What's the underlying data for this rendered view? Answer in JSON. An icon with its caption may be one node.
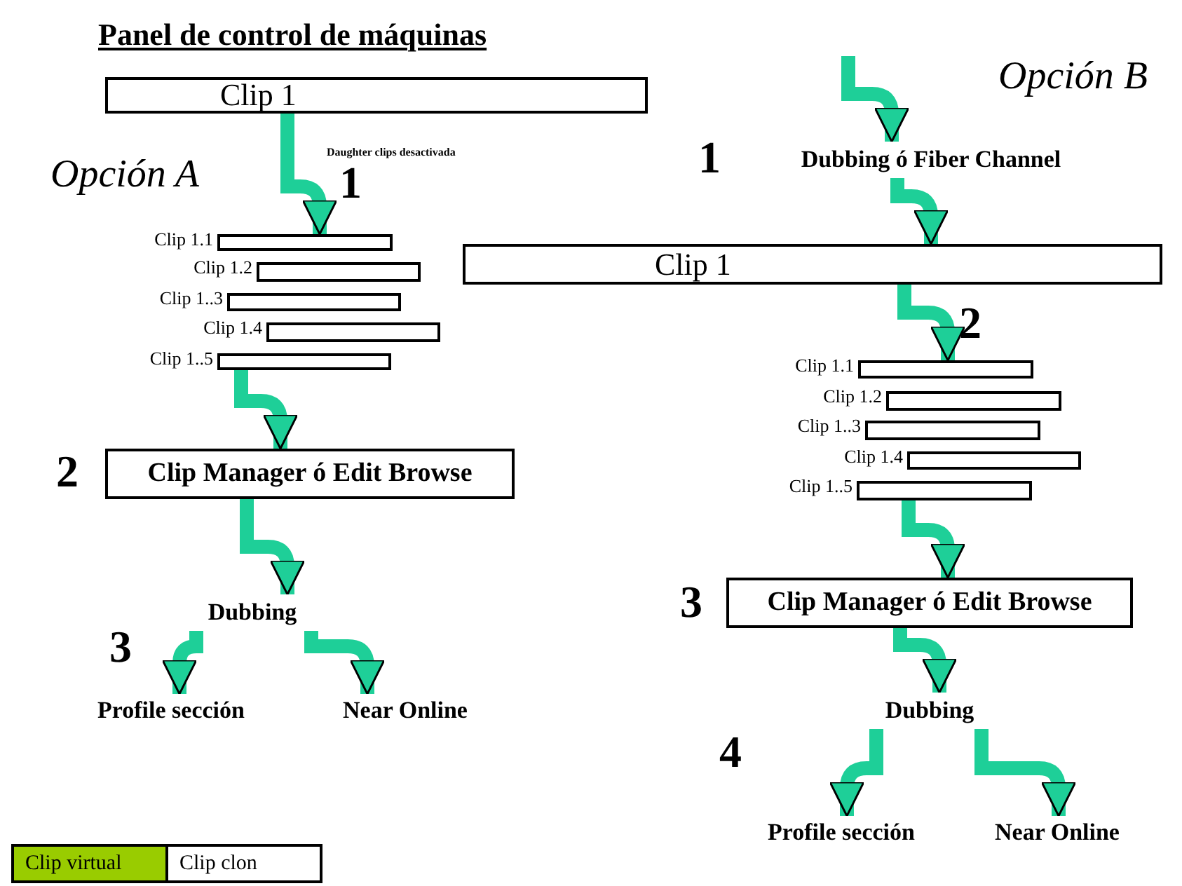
{
  "diagram": {
    "title": "Panel de control de máquinas",
    "nodes": [
      {
        "text": [
          "Clip 1"
        ]
      },
      {
        "text": [],
        "shape": "bar",
        "beside": [
          "Clip 1.1"
        ]
      },
      {
        "text": [],
        "shape": "bar",
        "beside": [
          "Clip 1.2"
        ]
      },
      {
        "text": [],
        "shape": "bar",
        "beside": [
          "Clip 1..3"
        ]
      },
      {
        "text": [],
        "shape": "bar",
        "beside": [
          "Clip 1.4"
        ]
      },
      {
        "text": [],
        "shape": "bar",
        "beside": [
          "Clip 1..5"
        ]
      },
      {
        "text": [
          "Clip Manager ó Edit Browse"
        ]
      },
      {
        "text": [
          "Dubbing"
        ]
      },
      {
        "text": [
          "Profile sección"
        ]
      },
      {
        "text": [
          "Near Online"
        ]
      },
      {
        "text": [
          "Dubbing ó Fiber Channel"
        ]
      },
      {
        "text": [
          "Clip 1"
        ]
      },
      {
        "text": [],
        "shape": "bar",
        "beside": [
          "Clip 1.1"
        ]
      },
      {
        "text": [],
        "shape": "bar",
        "beside": [
          "Clip 1.2"
        ]
      },
      {
        "text": [],
        "shape": "bar",
        "beside": [
          "Clip 1..3"
        ]
      },
      {
        "text": [],
        "shape": "bar",
        "beside": [
          "Clip 1.4"
        ]
      },
      {
        "text": [],
        "shape": "bar",
        "beside": [
          "Clip 1..5"
        ]
      },
      {
        "text": [
          "Clip Manager ó Edit Browse"
        ]
      },
      {
        "text": [
          "Dubbing"
        ]
      },
      {
        "text": [
          "Profile sección"
        ]
      },
      {
        "text": [
          "Near Online"
        ]
      }
    ],
    "edges": [
      {
        "from": 0,
        "to": 1,
        "arrow": "to"
      },
      {
        "from": 5,
        "to": 6,
        "arrow": "to"
      },
      {
        "from": 6,
        "to": 7,
        "arrow": "to"
      },
      {
        "from": 7,
        "to": 8,
        "arrow": "to"
      },
      {
        "from": 7,
        "to": 9,
        "arrow": "to"
      },
      {
        "from": null,
        "to": 10,
        "arrow": "to"
      },
      {
        "from": 10,
        "to": 11,
        "arrow": "to"
      },
      {
        "from": 11,
        "to": 12,
        "arrow": "to"
      },
      {
        "from": 16,
        "to": 17,
        "arrow": "to"
      },
      {
        "from": 17,
        "to": 18,
        "arrow": "to"
      },
      {
        "from": 18,
        "to": 19,
        "arrow": "to"
      },
      {
        "from": 18,
        "to": 20,
        "arrow": "to"
      }
    ],
    "labels": [
      "Opción B",
      "Opción A",
      "Daughter clips desactivada",
      "1",
      "1",
      "2",
      "2",
      "3",
      "3",
      "4"
    ],
    "legend": [
      {
        "text": "Clip virtual",
        "color": "#99cc00"
      },
      {
        "text": "Clip clon",
        "color": "#ffffff"
      }
    ]
  }
}
